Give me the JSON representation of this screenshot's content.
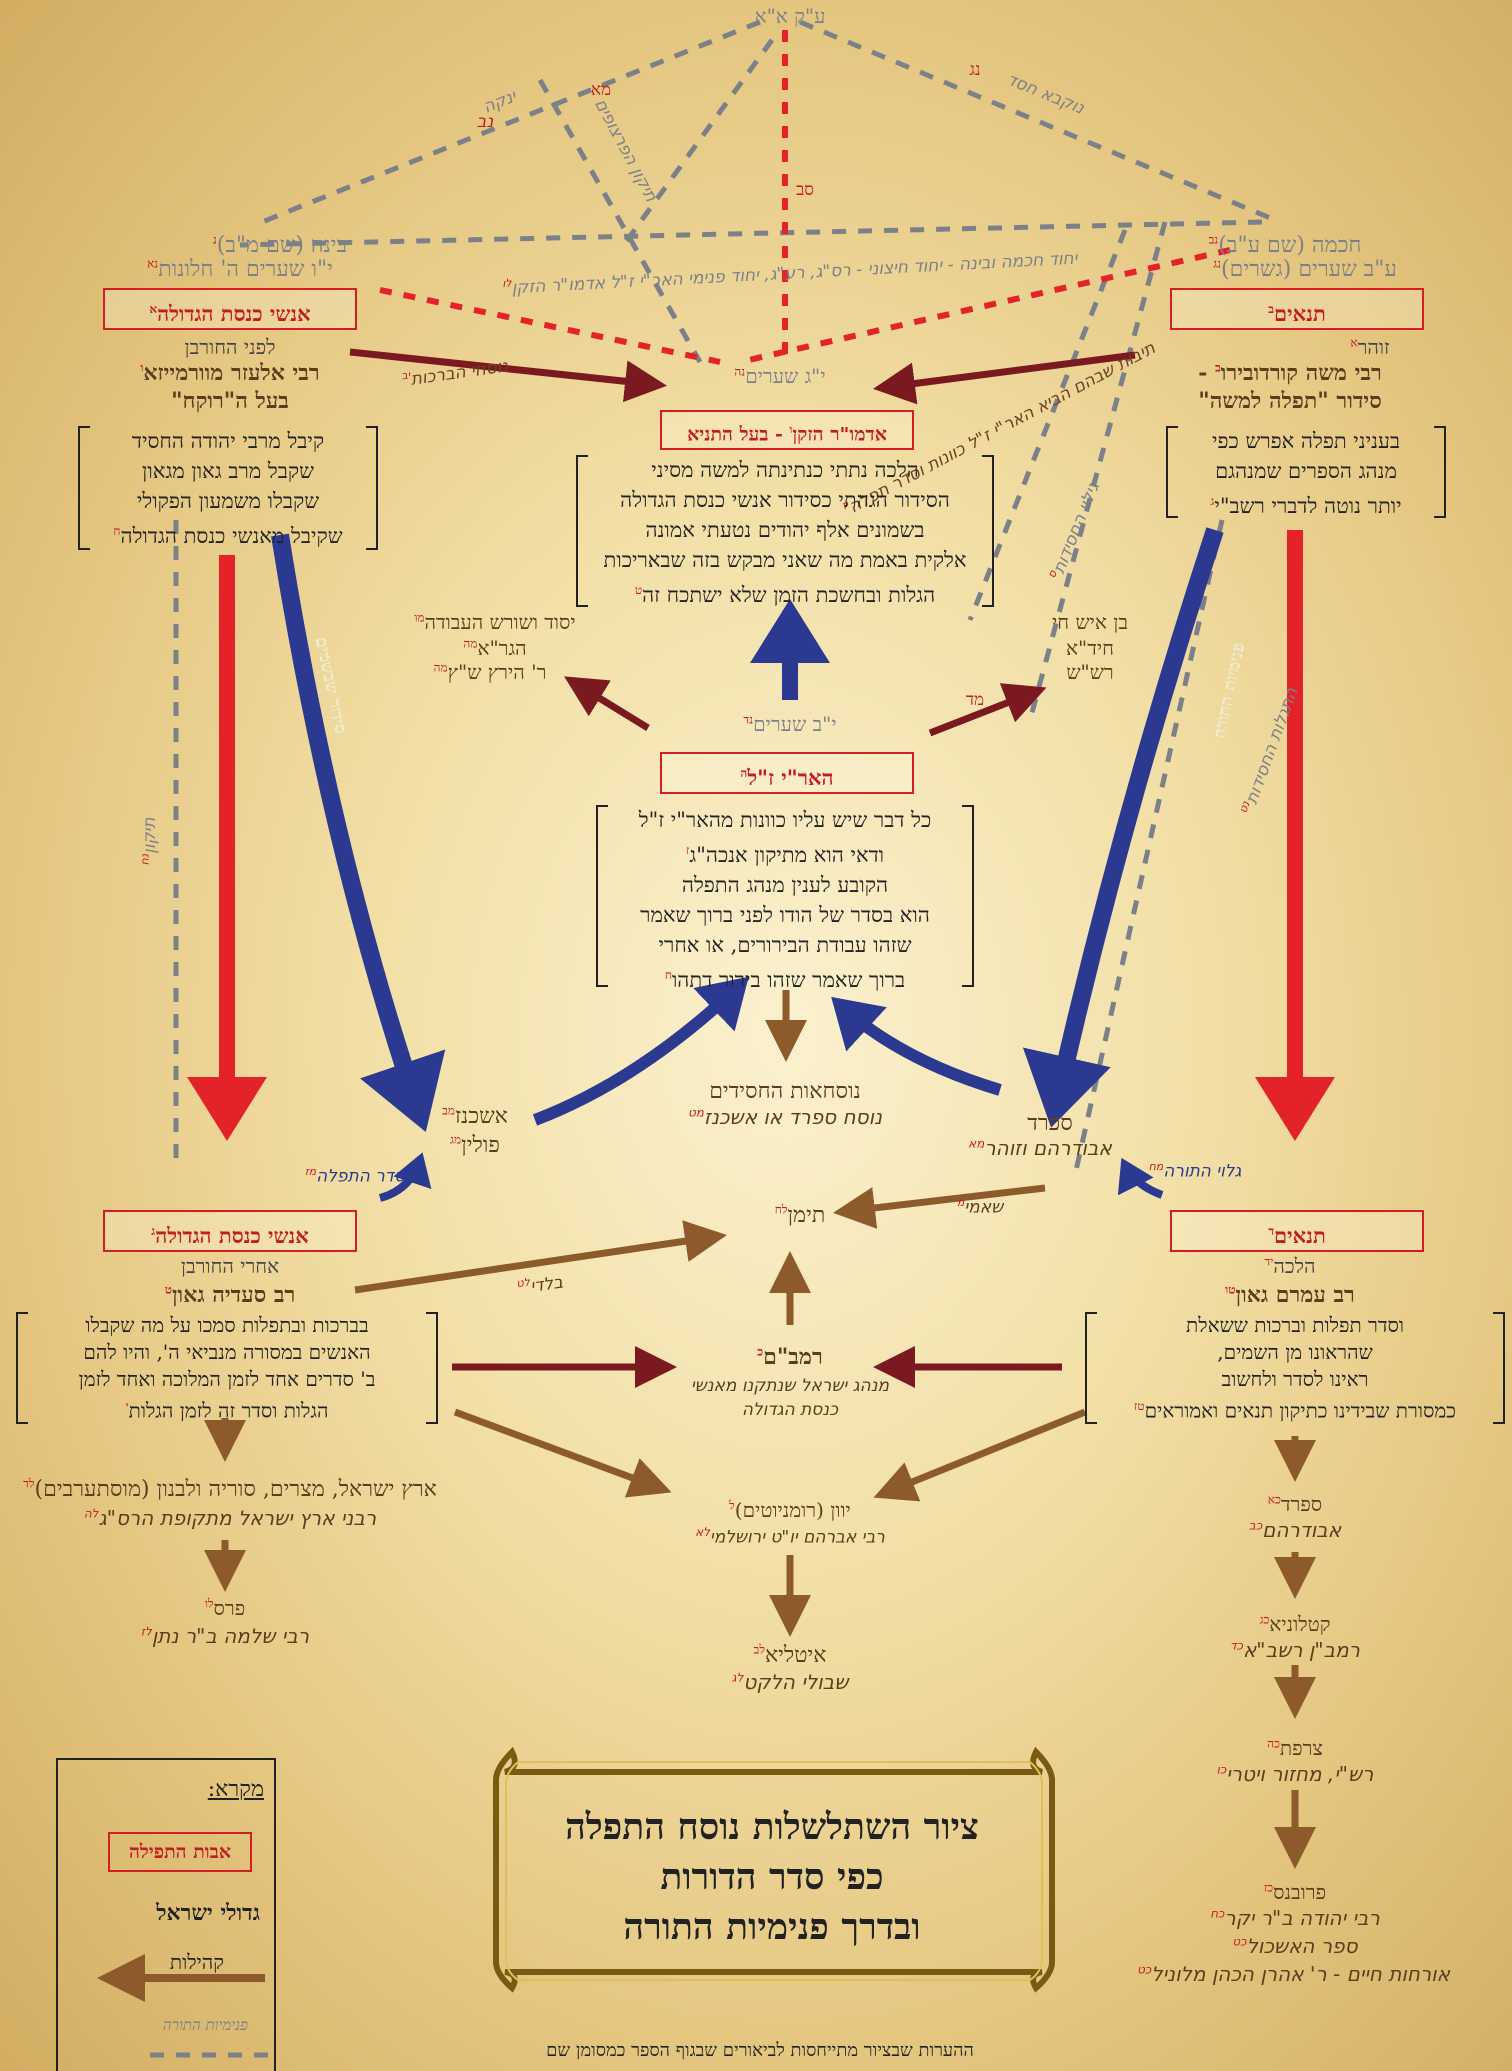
{
  "top": {
    "ek": "ע\"ק א\"א",
    "l_yenika": "ינקה",
    "l_yenika_n": "נב",
    "l_tikun": "תיקון הפרצופים",
    "l_tikun_n": "מא",
    "l_center_n": "סב",
    "l_nukva": "נוקבא חסד",
    "l_nukva_n": "נג"
  },
  "binah": {
    "title": "בינה (שם מ\"ב)",
    "title_n": "נ",
    "sub": "י\"ו שערים ה' חלונות",
    "sub_n": "נא"
  },
  "chochma": {
    "title": "חכמה (שם ע\"ב)",
    "title_n": "נב",
    "sub": "ע\"ב שערים (גשרים)",
    "sub_n": "נג"
  },
  "chain_label": "יחוד חכמה ובינה - יחוד חיצוני - רס\"ג, רע\"ג, יחוד פנימי האר\"י ז\"ל אדמו\"ר הזקן",
  "chain_label_n": "לו",
  "anshei_before": {
    "label": "אנשי כנסת הגדולה",
    "n": "א",
    "sub": "לפני החורבן",
    "person": "רבי אלעזר מוורמייזא",
    "person_n": "ו",
    "person2": "בעל ה\"רוקח\"",
    "box": [
      "קיבל מרבי יהודה החסיד",
      "שקבל מרב גאון מגאון",
      "שקבלו משמעון הפקולי",
      "שקיבל מאנשי כנסת הגדולה"
    ],
    "box_n": "ח"
  },
  "tanaim_top": {
    "label": "תנאים",
    "n": "ב",
    "sub": "זוהר",
    "sub_n": "א",
    "person": "רבי משה קורדובירו",
    "person_n": "ב",
    "person2": "סידור \"תפלה למשה\"",
    "box": [
      "בעניני תפלה אפרש כפי",
      "מנהג הספרים שמנהגם",
      "יותר נוטה לדברי רשב\"י"
    ],
    "box_n": "ג"
  },
  "alter_rebbe": {
    "gates": "י\"ג שערים",
    "gates_n": "נה",
    "label": "אדמו\"ר הזקן",
    "label_n": "ו",
    "label2": " - בעל התניא",
    "box": [
      "הלכה נתתי כנתינתה למשה מסיני",
      "הסידור הגהתי כסידור אנשי כנסת הגדולה",
      "בשמונים אלף יהודים נטעתי אמונה",
      "אלקית באמת מה שאני מבקש בזה שבאריכות",
      "הגלות ובחשכת הזמן שלא ישתכח זה"
    ],
    "box_n": "ט"
  },
  "left_arrow_label": "נוסחי הברכות",
  "left_arrow_n": "יב",
  "right_arrow_label": "תיבות שבהם הביא האר\"י ז\"ל כוונות וסדר תפלה",
  "right_arrow_n": "יז",
  "pnimiut_label": "פנימיות התורה",
  "giluy_label": "גילוי החסידות",
  "giluy_n": "ס",
  "nusach_lbl": "סידור שבשמים",
  "nusach_lbl_n": "מו",
  "hagra": {
    "l1": "יסוד ושורש העבודה",
    "l1_n": "מו",
    "l2": "הגר\"א",
    "l2_n": "מה",
    "l3": "ר' הירץ ש\"ץ",
    "l3_n": "מה"
  },
  "ben_ish": {
    "l1": "בן איש חי",
    "l2": "חיד\"א",
    "l3": "רש\"ש",
    "arrow_n": "מד"
  },
  "arizal": {
    "gates": "י\"ב שערים",
    "gates_n": "נד",
    "label": "האר\"י ז\"ל",
    "label_n": "ה",
    "box": [
      "כל דבר שיש עליו כוונות מהאר\"י ז\"ל",
      "ודאי הוא מתיקון אנכה\"ג",
      "הקובע לענין מנהג התפלה",
      "הוא בסדר של הודו לפני ברוך שאמר",
      "שזהו עבודת הבירורים, או אחרי",
      "ברוך שאמר שזהו בירור דתהו"
    ],
    "box_n1": "ז",
    "box_n2": "ח"
  },
  "ashkenaz": {
    "l1": "אשכנז",
    "l1_n": "מב",
    "l2": "פולין",
    "l2_n": "מג",
    "seder": "סדר התפלה",
    "seder_n": "מז"
  },
  "chasidim": {
    "l1": "נוסחאות החסידים",
    "l2": "נוסח ספרד או אשכנז",
    "l2_n": "מט"
  },
  "sefarad_mid": {
    "l1": "ספרד",
    "l2": "אבודרהם וזוהר",
    "l2_n": "מא",
    "gilui": "גלוי התורה",
    "gilui_n": "מח"
  },
  "left_vert_n": "נח",
  "left_vert_lbl": "תיקון",
  "right_vert_lbl": "התגלות החסידות",
  "right_vert_n": "נט",
  "teman": {
    "label": "תימן",
    "n": "לח",
    "shami": "שאמי",
    "shami_n": "מ",
    "baladi": "בלדי",
    "baladi_n": "לט"
  },
  "anshei_after": {
    "label": "אנשי כנסת הגדולה",
    "n": "ג",
    "sub": "אחרי החורבן",
    "person": "רב סעדיה גאון",
    "person_n": "ט",
    "box": [
      "בברכות ובתפלות סמכו על מה שקבלו",
      "האנשים במסורה מנביאי ה', והיו להם",
      "ב' סדרים אחד לזמן המלוכה ואחד לזמן",
      "הגלות וסדר זה לזמן הגלות"
    ],
    "box_n": "י"
  },
  "tanaim_bottom": {
    "label": "תנאים",
    "n": "ד",
    "sub": "הלכה",
    "sub_n": "יד",
    "person": "רב עמרם גאון",
    "person_n": "טו",
    "box": [
      "וסדר תפלות וברכות ששאלת",
      "שהראונו מן השמים,",
      "ראינו לסדר ולחשוב",
      "כמסורת שבידינו כתיקון תנאים ואמוראים"
    ],
    "box_n": "טז"
  },
  "rambam": {
    "label": "רמב\"ם",
    "n": "כ",
    "l2": "מנהג ישראל שנתקנו מאנשי",
    "l3": "כנסת הגדולה"
  },
  "eretz": {
    "l1": "ארץ ישראל, מצרים, סוריה ולבנון (מוסתערבים)",
    "l1_n": "לד",
    "l2": "רבני ארץ ישראל מתקופת הרס\"ג",
    "l2_n": "לה"
  },
  "paras": {
    "l1": "פרס",
    "l1_n": "לו",
    "l2": "רבי שלמה ב\"ר נתן",
    "l2_n": "לז"
  },
  "yavan": {
    "l1": "יוון (רומניוטים)",
    "l1_n": "ל",
    "l2": "רבי אברהם יו\"ט ירושלמי",
    "l2_n": "לא"
  },
  "italia": {
    "l1": "איטליא",
    "l1_n": "לב",
    "l2": "שבולי הלקט",
    "l2_n": "לג"
  },
  "sefarad_r": {
    "l1": "ספרד",
    "l1_n": "כא",
    "l2": "אבודרהם",
    "l2_n": "כב"
  },
  "catalonia": {
    "l1": "קטלוניא",
    "l1_n": "כג",
    "l2": "רמב\"ן רשב\"א",
    "l2_n": "כד"
  },
  "tzarfat": {
    "l1": "צרפת",
    "l1_n": "כה",
    "l2": "רש\"י, מחזור ויטרי",
    "l2_n": "כו"
  },
  "provence": {
    "l1": "פרובנס",
    "l1_n": "כז",
    "l2": "רבי יהודה ב\"ר יקר",
    "l2_n": "כח",
    "l3": "ספר האשכול",
    "l3_n": "כט",
    "l4": "אורחות חיים - ר' אהרן הכהן מלוניל",
    "l4_n": "כט"
  },
  "legend": {
    "title": "מקרא:",
    "avot": "אבות התפילה",
    "gedolei": "גדולי ישראל",
    "kehilot": "קהילות",
    "pnimiut": "פנימיות התורה"
  },
  "title": {
    "l1": "ציור השתלשלות נוסח התפלה",
    "l2": "כפי סדר הדורות",
    "l3": "ובדרך פנימיות התורה"
  },
  "footnote": "ההערות שבציור מתייחסות לביאורים שבגוף הספר כמסומן שם",
  "colors": {
    "red": "#e3222a",
    "blue": "#2b3990",
    "brown": "#8c5a2b",
    "maroon": "#7a1a20",
    "grey": "#7b8089"
  }
}
